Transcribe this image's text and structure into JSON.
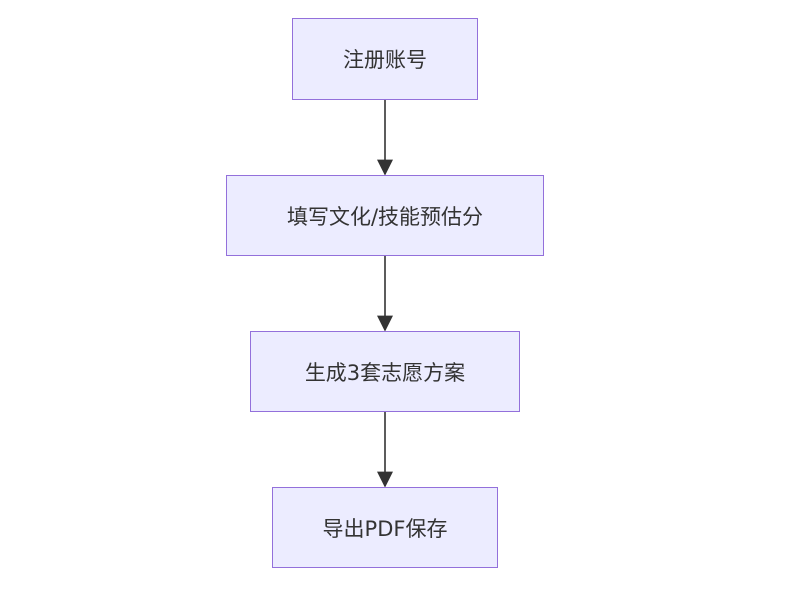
{
  "flowchart": {
    "steps": [
      {
        "label": "注册账号"
      },
      {
        "label": "填写文化/技能预估分"
      },
      {
        "label": "生成3套志愿方案"
      },
      {
        "label": "导出PDF保存"
      }
    ],
    "colors": {
      "node_fill": "#ececff",
      "node_border": "#9370db",
      "text": "#333333",
      "edge": "#333333"
    }
  }
}
